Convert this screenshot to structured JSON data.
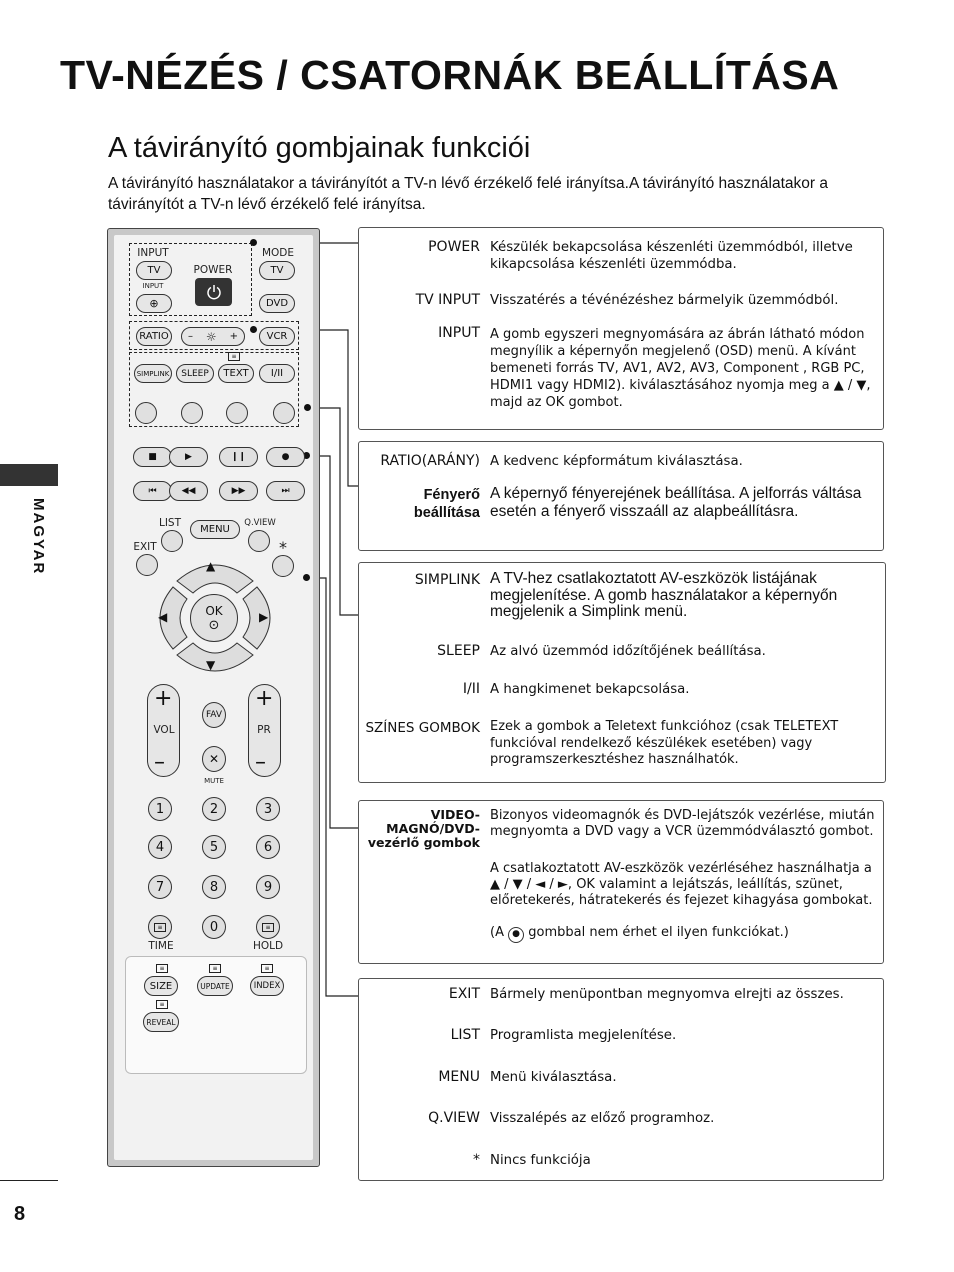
{
  "header": {
    "title": "TV-NÉZÉS / CSATORNÁK BEÁLLÍTÁSA",
    "subtitle": "A távirányító gombjainak funkciói",
    "intro": "A távirányító használatakor a távirányítót a TV-n lévő érzékelő felé irányítsa.A távirányító használatakor a távirányítót a TV-n lévő érzékelő felé irányítsa."
  },
  "side": {
    "language": "MAGYAR",
    "page_number": "8"
  },
  "remote": {
    "input_label": "INPUT",
    "tv": "TV",
    "power": "POWER",
    "mode": "MODE",
    "input_small": "INPUT",
    "dvd": "DVD",
    "ratio": "RATIO",
    "minus": "–",
    "plus": "+",
    "vcr": "VCR",
    "simplink": "SIMPLINK",
    "sleep": "SLEEP",
    "text": "TEXT",
    "i_ii": "I/II",
    "list": "LIST",
    "menu": "MENU",
    "qview": "Q.VIEW",
    "exit": "EXIT",
    "star": "*",
    "ok": "OK",
    "vol": "VOL",
    "pr": "PR",
    "fav": "FAV",
    "mute": "MUTE",
    "digits": [
      "1",
      "2",
      "3",
      "4",
      "5",
      "6",
      "7",
      "8",
      "9",
      "0"
    ],
    "time": "TIME",
    "hold": "HOLD",
    "size": "SIZE",
    "update": "UPDATE",
    "index": "INDEX",
    "reveal": "REVEAL"
  },
  "box1": {
    "power_label": "POWER",
    "power_desc": "Készülék bekapcsolása készenléti üzemmódból, illetve kikapcsolása készenléti üzemmódba.",
    "tvinput_label": "TV INPUT",
    "tvinput_desc": "Visszatérés a tévénézéshez bármelyik üzemmódból.",
    "input_label": "INPUT",
    "input_desc": "A gomb egyszeri megnyomására az ábrán látható módon megnyílik a képernyőn megjelenő (OSD) menü. A kívánt bemeneti forrás TV, AV1, AV2, AV3, Component , RGB PC, HDMI1 vagy HDMI2). kiválasztásához nyomja meg a ▲ / ▼, majd az OK gombot."
  },
  "box2": {
    "ratio_label": "RATIO(ARÁNY)",
    "ratio_desc": "A kedvenc képformátum kiválasztása.",
    "bright_label_1": "Fényerő",
    "bright_label_2": "beállítása",
    "bright_desc": "A képernyő fényerejének beállítása. A jelforrás váltása esetén a fényerő visszaáll az alapbeállításra."
  },
  "box3": {
    "simplink_label": "SIMPLINK",
    "simplink_desc": "A TV-hez csatlakoztatott AV-eszközök listájának megjelenítése. A gomb használatakor a képernyőn megjelenik a Simplink menü.",
    "sleep_label": "SLEEP",
    "sleep_desc": "Az alvó üzemmód időzítőjének beállítása.",
    "iii_label": "I/II",
    "iii_desc": "A hangkimenet bekapcsolása.",
    "color_label": "SZÍNES GOMBOK",
    "color_desc": "Ezek a gombok a Teletext funkcióhoz (csak TELETEXT funkcióval rendelkező készülékek esetében) vagy programszerkesztéshez használhatók."
  },
  "box4": {
    "label_1": "VIDEO-",
    "label_2": "MAGNÓ/DVD-",
    "label_3": "vezérlő gombok",
    "desc_1": "Bizonyos videomagnók és DVD-lejátszók vezérlése, miután megnyomta a DVD vagy a VCR üzemmódválasztó gombot.",
    "desc_2": "A csatlakoztatott AV-eszközök vezérléséhez használhatja a ▲ / ▼ / ◄ / ►, OK valamint a lejátszás, leállítás, szünet, előretekerés, hátratekerés és fejezet kihagyása gombokat.",
    "desc_3a": "(A",
    "desc_3b": "gombbal nem érhet el ilyen funkciókat.)"
  },
  "box5": {
    "exit_label": "EXIT",
    "exit_desc": "Bármely menüpontban megnyomva elrejti az összes.",
    "list_label": "LIST",
    "list_desc": "Programlista megjelenítése.",
    "menu_label": "MENU",
    "menu_desc": "Menü kiválasztása.",
    "qview_label": "Q.VIEW",
    "qview_desc": "Visszalépés az előző programhoz.",
    "star_label": "*",
    "star_desc": "Nincs funkciója"
  }
}
